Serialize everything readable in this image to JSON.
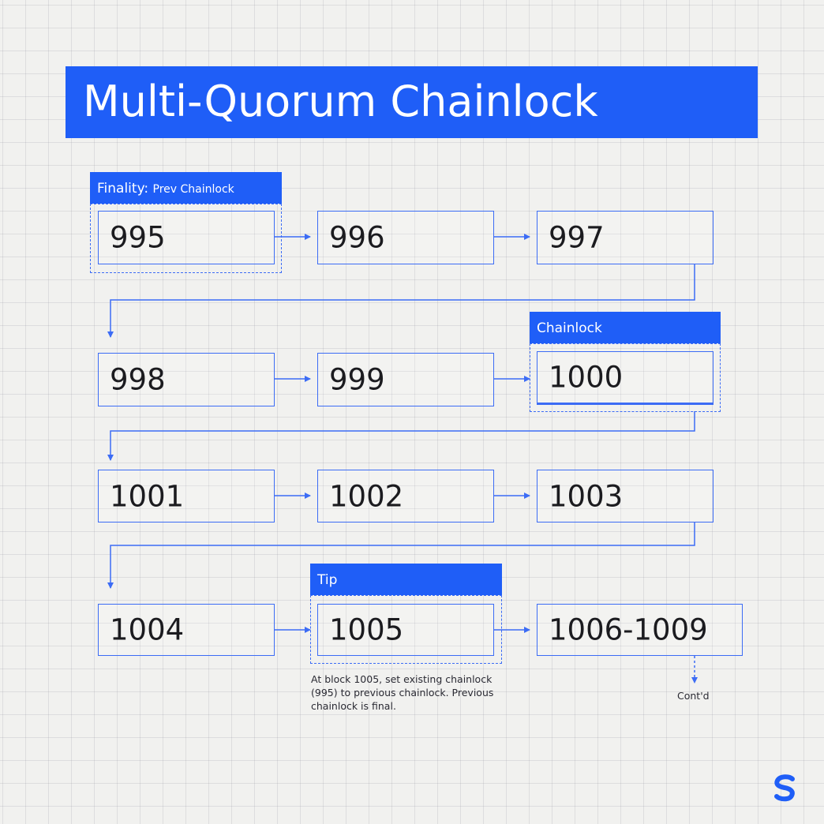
{
  "title": "Multi-Quorum Chainlock",
  "tags": {
    "finality_main": "Finality:",
    "finality_sub": "Prev Chainlock",
    "chainlock": "Chainlock",
    "tip": "Tip"
  },
  "blocks": [
    "995",
    "996",
    "997",
    "998",
    "999",
    "1000",
    "1001",
    "1002",
    "1003",
    "1004",
    "1005",
    "1006-1009"
  ],
  "note": {
    "line1": "At block 1005, set existing chainlock",
    "line2": "(995) to previous chainlock. Previous",
    "line3": "chainlock is final."
  },
  "contd": "Cont'd",
  "colors": {
    "accent": "#1f5ef7",
    "text": "#1b1b1f",
    "background": "#f1f1ef"
  }
}
